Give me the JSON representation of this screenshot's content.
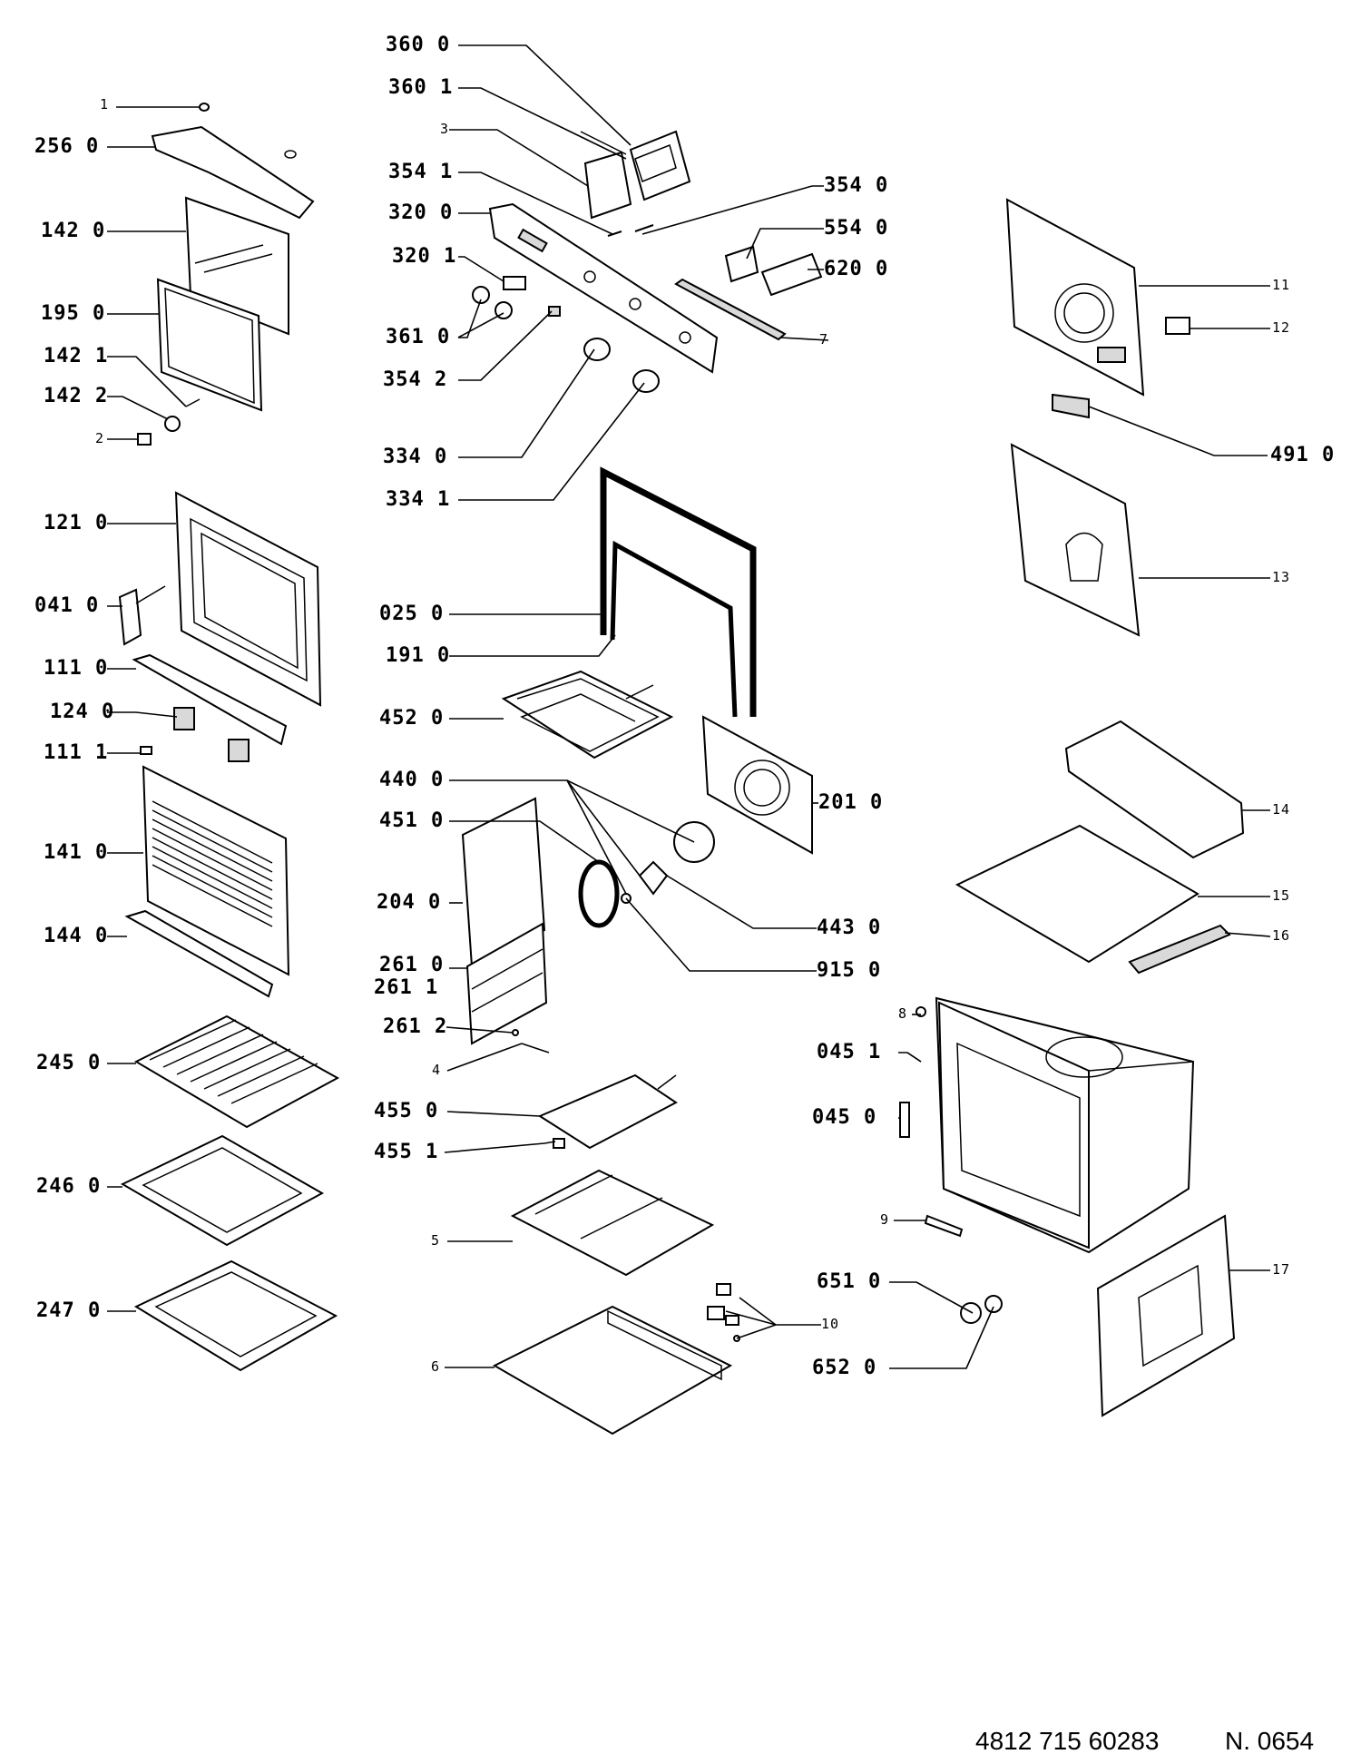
{
  "callouts": [
    {
      "text": "1"
    },
    {
      "text": "256  0"
    },
    {
      "text": "142  0"
    },
    {
      "text": "195  0"
    },
    {
      "text": "142  1"
    },
    {
      "text": "142  2"
    },
    {
      "text": "2"
    },
    {
      "text": "121  0"
    },
    {
      "text": "041  0"
    },
    {
      "text": "111  0"
    },
    {
      "text": "124 0"
    },
    {
      "text": "111  1"
    },
    {
      "text": "141  0"
    },
    {
      "text": "144  0"
    },
    {
      "text": "245  0"
    },
    {
      "text": "246  0"
    },
    {
      "text": "247  0"
    },
    {
      "text": "360  0"
    },
    {
      "text": "360  1"
    },
    {
      "text": "3"
    },
    {
      "text": "354  1"
    },
    {
      "text": "320  0"
    },
    {
      "text": "320 1"
    },
    {
      "text": "361  0"
    },
    {
      "text": "354  2"
    },
    {
      "text": "334  0"
    },
    {
      "text": "334  1"
    },
    {
      "text": "025  0"
    },
    {
      "text": "191  0"
    },
    {
      "text": "452  0"
    },
    {
      "text": "440  0"
    },
    {
      "text": "451  0"
    },
    {
      "text": "204  0"
    },
    {
      "text": "261  0"
    },
    {
      "text": "261  1"
    },
    {
      "text": "261 2"
    },
    {
      "text": "4"
    },
    {
      "text": "455  0"
    },
    {
      "text": "455  1"
    },
    {
      "text": "5"
    },
    {
      "text": "6"
    },
    {
      "text": "354  0"
    },
    {
      "text": "554  0"
    },
    {
      "text": "620  0"
    },
    {
      "text": "7"
    },
    {
      "text": "201  0"
    },
    {
      "text": "443  0"
    },
    {
      "text": "915  0"
    },
    {
      "text": "8"
    },
    {
      "text": "045  1"
    },
    {
      "text": "045  0"
    },
    {
      "text": "9"
    },
    {
      "text": "10"
    },
    {
      "text": "651  0"
    },
    {
      "text": "652  0"
    },
    {
      "text": "11"
    },
    {
      "text": "12"
    },
    {
      "text": "491  0"
    },
    {
      "text": "13"
    },
    {
      "text": "14"
    },
    {
      "text": "15"
    },
    {
      "text": "16"
    },
    {
      "text": "17"
    }
  ],
  "footer": {
    "doc_number": "4812 715 60283",
    "page_ref": "N. 0654"
  }
}
